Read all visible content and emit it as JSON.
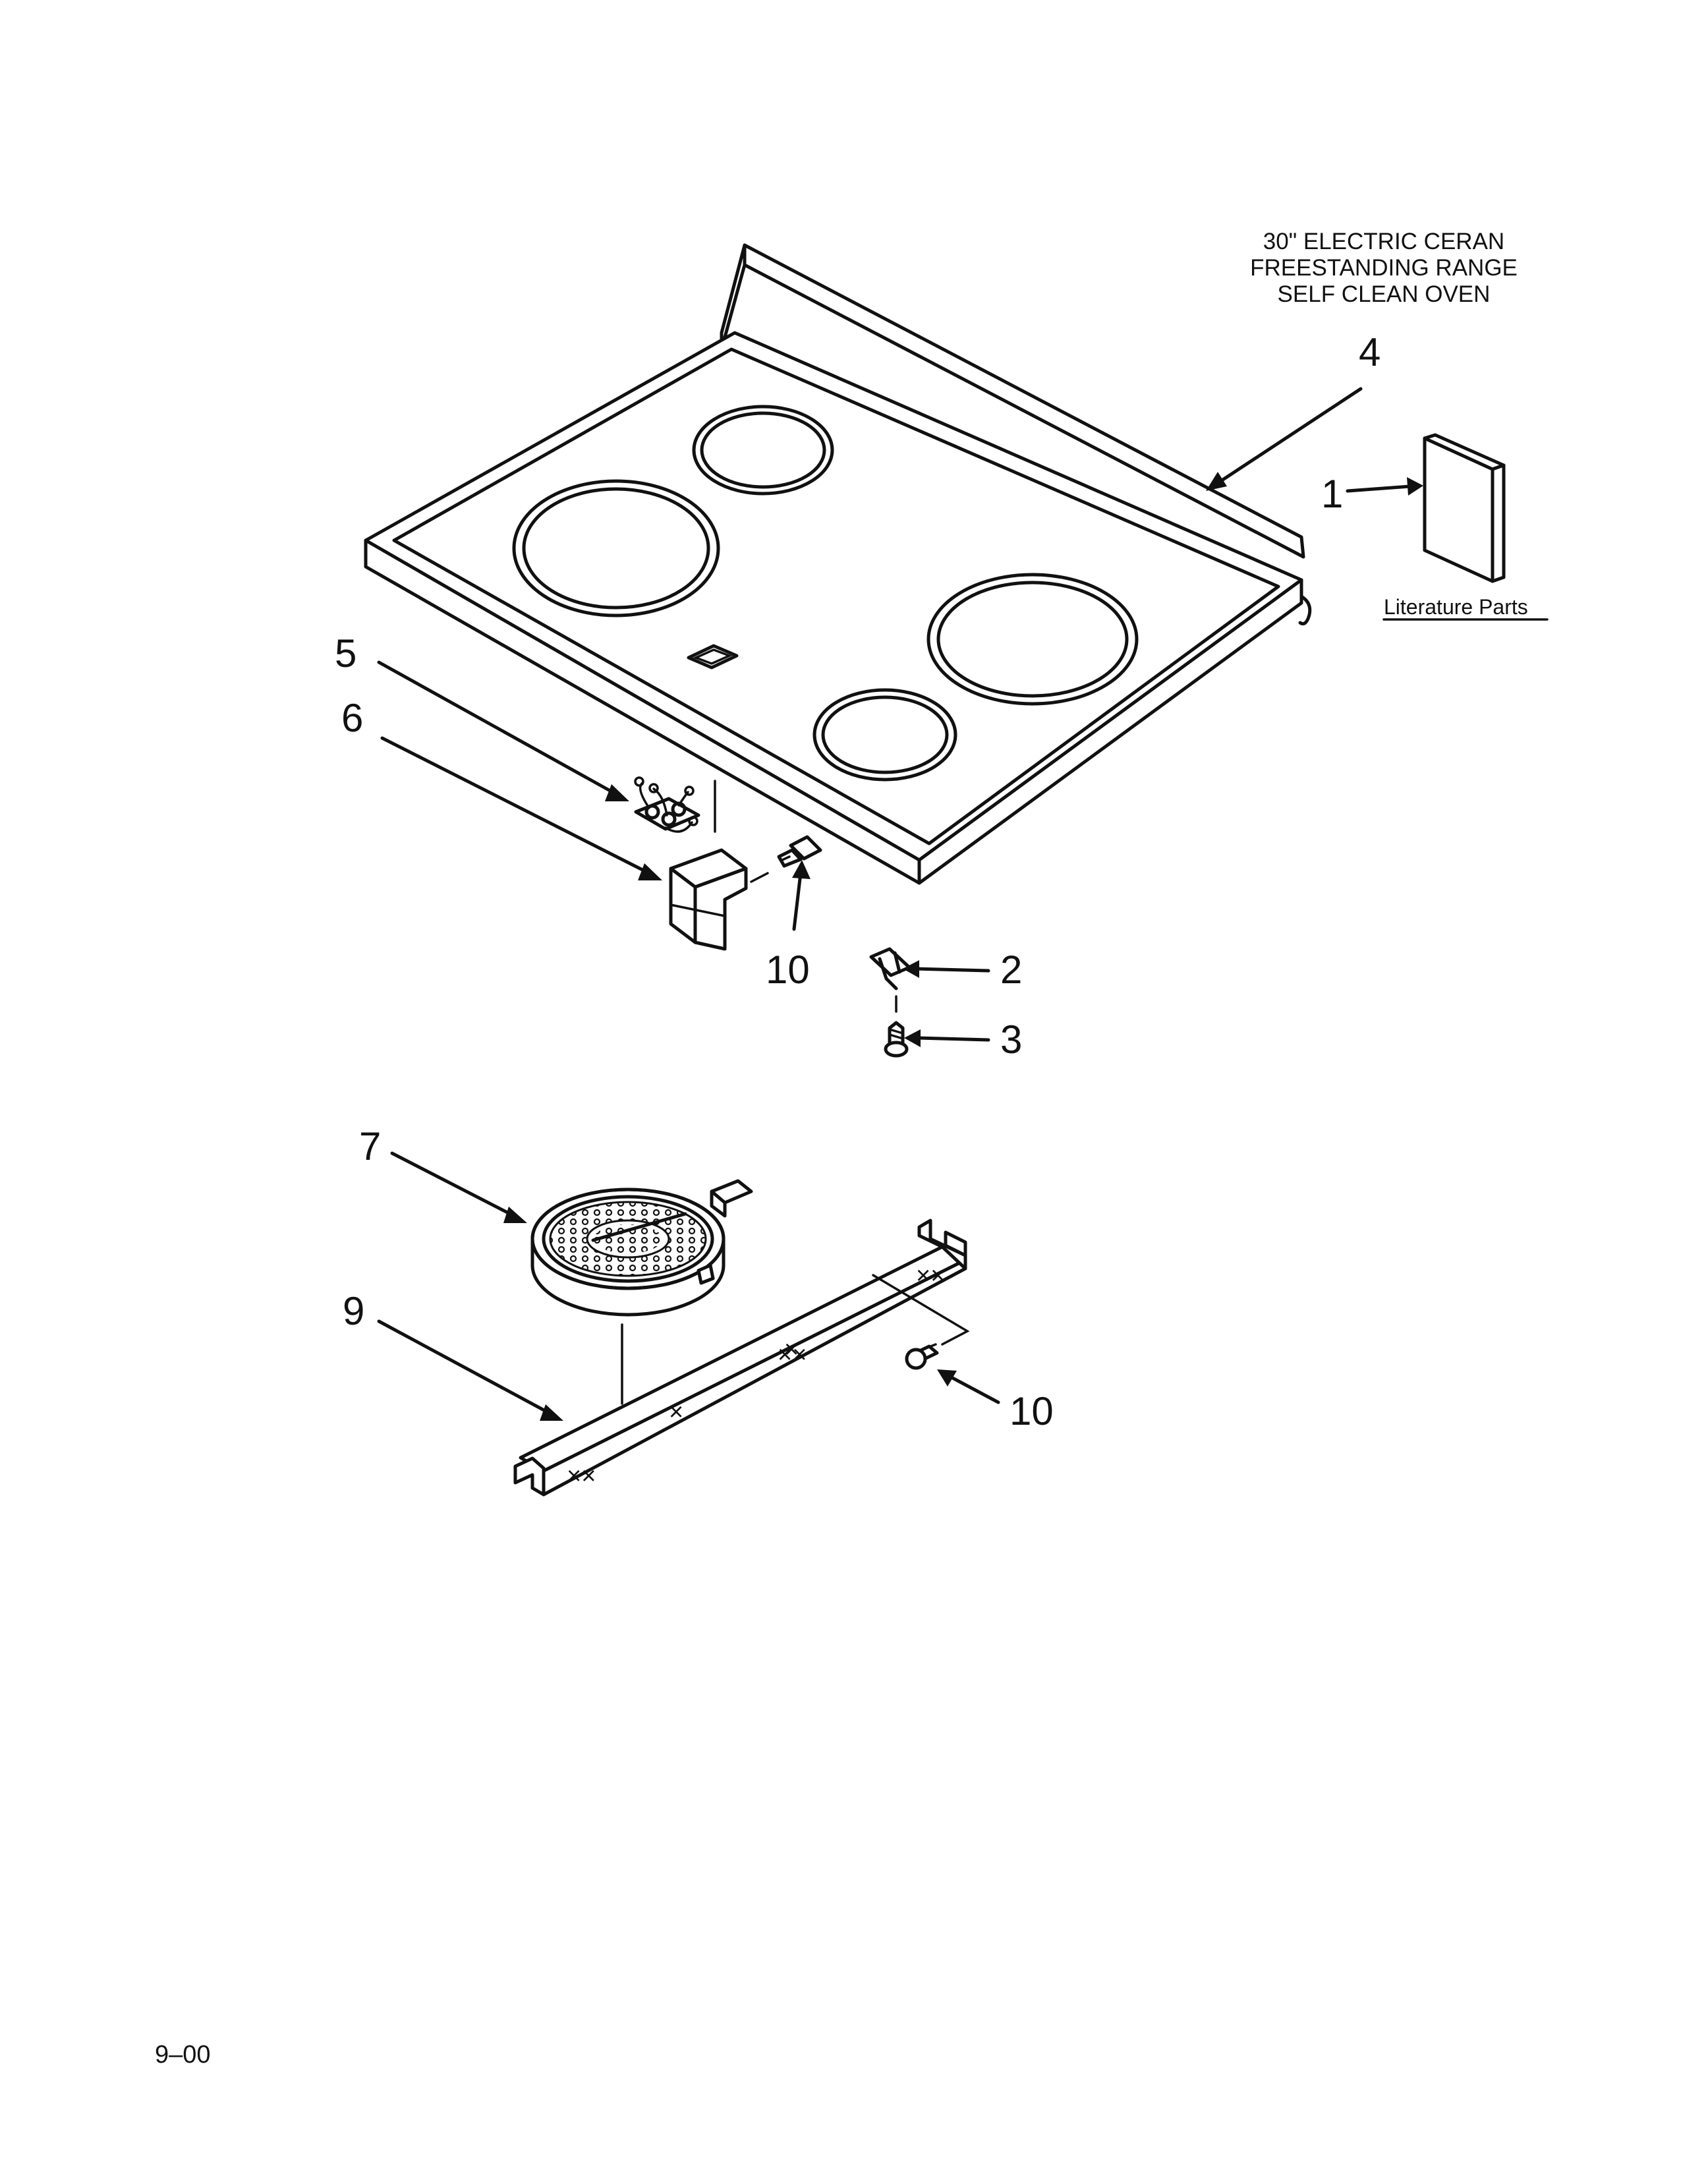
{
  "title": {
    "line1": "30\" ELECTRIC CERAN",
    "line2": "FREESTANDING RANGE",
    "line3": "SELF CLEAN OVEN"
  },
  "literature_label": "Literature Parts",
  "callouts": {
    "c1": "1",
    "c2": "2",
    "c3": "3",
    "c4": "4",
    "c5": "5",
    "c6": "6",
    "c7": "7",
    "c9": "9",
    "c10a": "10",
    "c10b": "10"
  },
  "footer": {
    "date_code": "9–00"
  }
}
